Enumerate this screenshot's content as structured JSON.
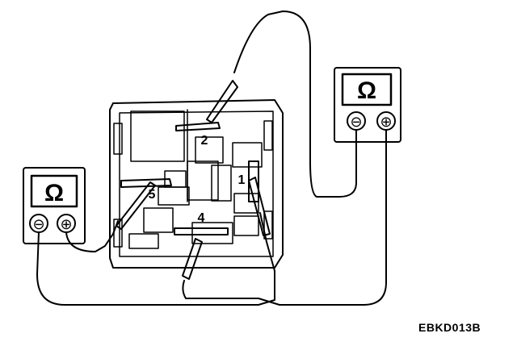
{
  "meters": {
    "left": {
      "symbol": "Ω",
      "minus": "⊖",
      "plus": "⊕"
    },
    "right": {
      "symbol": "Ω",
      "minus": "⊖",
      "plus": "⊕"
    }
  },
  "terminals": [
    "1",
    "2",
    "4",
    "5"
  ],
  "figure_code": "EBKD013B",
  "colors": {
    "line": "#000000",
    "background": "#ffffff"
  }
}
